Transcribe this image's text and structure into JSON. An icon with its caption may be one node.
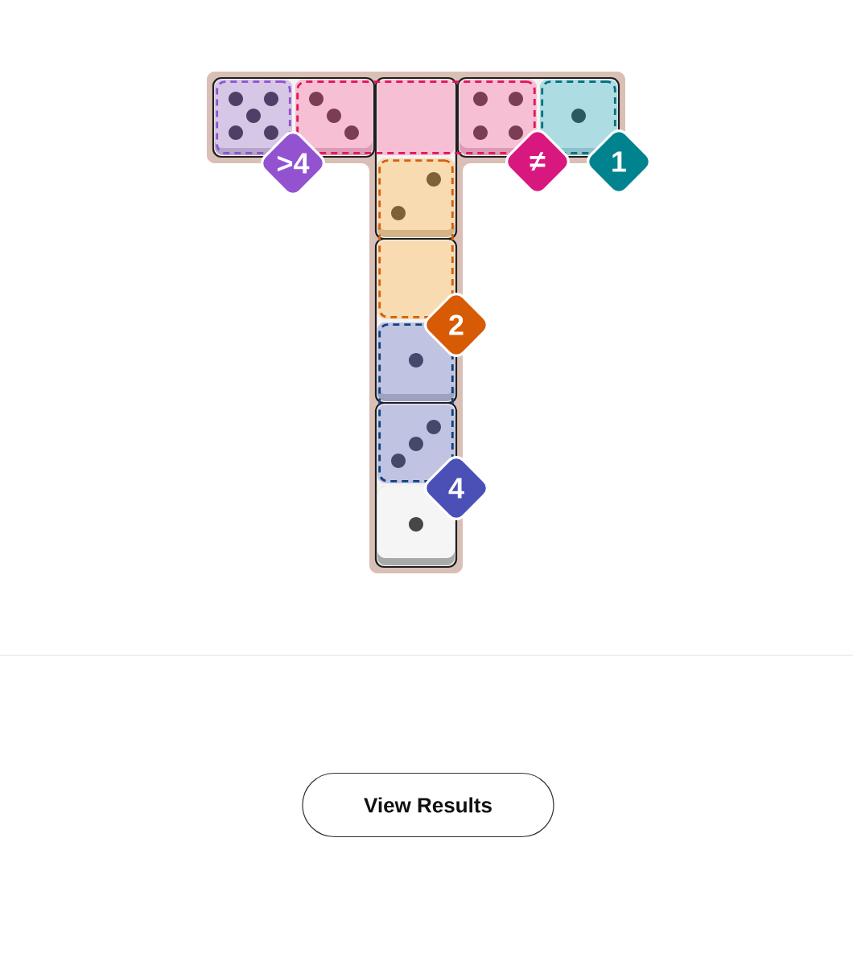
{
  "diagram": {
    "nodes": [
      {
        "text": [],
        "shape": "box"
      },
      {
        "text": [],
        "shape": "box"
      },
      {
        "text": [],
        "shape": "box"
      },
      {
        "text": [
          ">4"
        ]
      },
      {
        "text": [
          "≠"
        ]
      },
      {
        "text": [
          "1"
        ]
      },
      {
        "text": [],
        "shape": "box"
      },
      {
        "text": [
          "2"
        ]
      },
      {
        "text": [],
        "shape": "box"
      },
      {
        "text": [
          "4"
        ]
      },
      {
        "text": [
          "View Results"
        ]
      }
    ]
  }
}
